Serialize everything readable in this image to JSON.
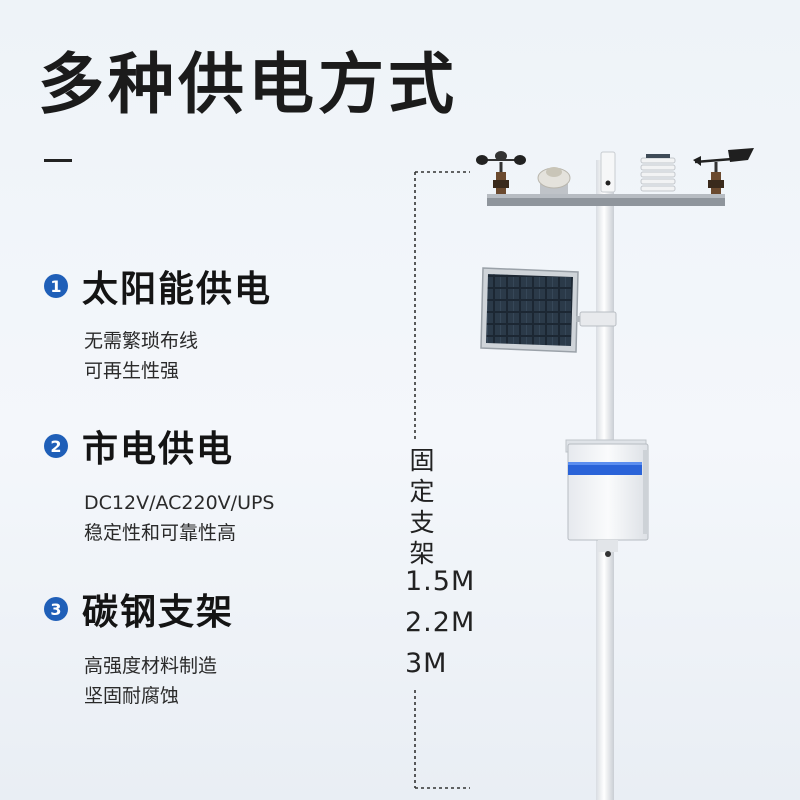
{
  "title": "多种供电方式",
  "features": [
    {
      "number": "1",
      "title": "太阳能供电",
      "lines": [
        "无需繁琐布线",
        "可再生性强"
      ]
    },
    {
      "number": "2",
      "title": "市电供电",
      "lines": [
        "DC12V/AC220V/UPS",
        "稳定性和可靠性高"
      ]
    },
    {
      "number": "3",
      "title": "碳钢支架",
      "lines": [
        "高强度材料制造",
        "坚固耐腐蚀"
      ]
    }
  ],
  "mount": {
    "label": "固定支架",
    "sizes": [
      "1.5M",
      "2.2M",
      "3M"
    ]
  },
  "colors": {
    "accent": "#1f5fb8",
    "box_stripe": "#2a63d8",
    "background": "#eef3f8"
  }
}
